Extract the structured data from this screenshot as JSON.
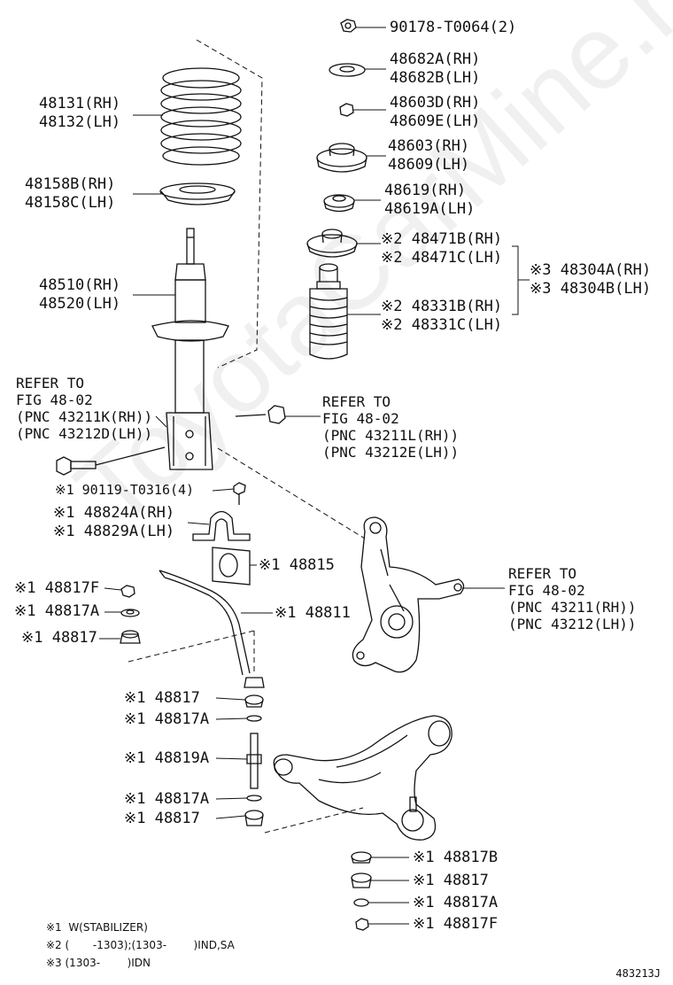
{
  "watermark": "ToyotaCarMine.ru",
  "figure_code": "483213J",
  "parts": {
    "p90178": "90178-T0064(2)",
    "p48682": "48682A(RH)\n48682B(LH)",
    "p48603d": "48603D(RH)\n48609E(LH)",
    "p48603": "48603(RH)\n48609(LH)",
    "p48619": "48619(RH)\n48619A(LH)",
    "p48471": "※2 48471B(RH)\n※2 48471C(LH)",
    "p48304": "※3 48304A(RH)\n※3 48304B(LH)",
    "p48331": "※2 48331B(RH)\n※2 48331C(LH)",
    "p48131": "48131(RH)\n48132(LH)",
    "p48158": "48158B(RH)\n48158C(LH)",
    "p48510": "48510(RH)\n48520(LH)",
    "ref_left": "REFER TO\nFIG 48-02\n(PNC 43211K(RH))\n(PNC 43212D(LH))",
    "ref_mid": "REFER TO\nFIG 48-02\n(PNC 43211L(RH))\n(PNC 43212E(LH))",
    "ref_right": "REFER TO\nFIG 48-02\n(PNC 43211(RH))\n(PNC 43212(LH))",
    "p90119": "※1 90119-T0316(4)",
    "p48824": "※1 48824A(RH)\n※1 48829A(LH)",
    "p48815": "※1 48815",
    "p48817f_l": "※1 48817F",
    "p48817a_l": "※1 48817A",
    "p48817_l": "※1 48817",
    "p48811": "※1 48811",
    "p48817_c1": "※1 48817",
    "p48817a_c1": "※1 48817A",
    "p48819a": "※1 48819A",
    "p48817a_c2": "※1 48817A",
    "p48817_c2": "※1 48817",
    "p48817b": "※1 48817B",
    "p48817_r": "※1 48817",
    "p48817a_r": "※1 48817A",
    "p48817f_r": "※1 48817F"
  },
  "notes": {
    "n1": "※1  W(STABILIZER)",
    "n2": "※2 (       -1303);(1303-        )IND,SA",
    "n3": "※3 (1303-        )IDN"
  }
}
